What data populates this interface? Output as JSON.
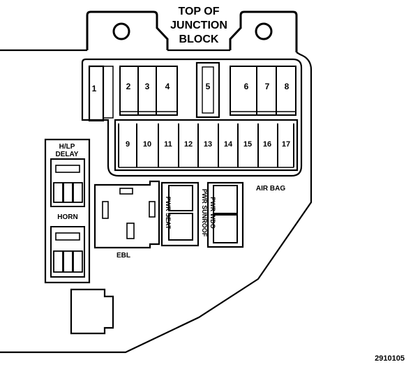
{
  "title": {
    "line1": "TOP OF",
    "line2": "JUNCTION",
    "line3": "BLOCK"
  },
  "fuses_top": [
    "1",
    "2",
    "3",
    "4",
    "5",
    "6",
    "7",
    "8"
  ],
  "fuses_bottom": [
    "9",
    "10",
    "11",
    "12",
    "13",
    "14",
    "15",
    "16",
    "17"
  ],
  "labels": {
    "hlp_delay_1": "H/LP",
    "hlp_delay_2": "DELAY",
    "horn": "HORN",
    "ebl": "EBL",
    "air_bag": "AIR BAG",
    "pwr_seat": "PWR SEAT",
    "pwr_sunroof": "PWR SUNROOF",
    "pwr_wdo": "PWR WDO"
  },
  "figure_id": "2910105"
}
